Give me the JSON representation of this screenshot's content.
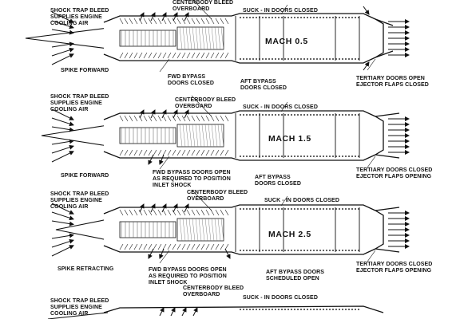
{
  "panels": [
    {
      "mach": "MACH 0.5",
      "shock_trap": "SHOCK TRAP BLEED\nSUPPLIES ENGINE\nCOOLING AIR",
      "centerbody": "CENTERBODY BLEED\nOVERBOARD",
      "suck_in": "SUCK - IN DOORS CLOSED",
      "spike": "SPIKE FORWARD",
      "fwd_bypass": "FWD BYPASS\nDOORS CLOSED",
      "aft_bypass": "AFT BYPASS\nDOORS CLOSED",
      "tertiary": "TERTIARY DOORS OPEN\nEJECTOR FLAPS CLOSED"
    },
    {
      "mach": "MACH 1.5",
      "shock_trap": "SHOCK TRAP BLEED\nSUPPLIES ENGINE\nCOOLING AIR",
      "centerbody": "CENTERBODY BLEED\nOVERBOARD",
      "suck_in": "SUCK - IN DOORS CLOSED",
      "spike": "SPIKE FORWARD",
      "fwd_bypass": "FWD BYPASS DOORS OPEN\nAS REQUIRED TO POSITION\nINLET SHOCK",
      "aft_bypass": "AFT BYPASS\nDOORS CLOSED",
      "tertiary": "TERTIARY DOORS CLOSED\nEJECTOR FLAPS OPENING"
    },
    {
      "mach": "MACH 2.5",
      "shock_trap": "SHOCK TRAP BLEED\nSUPPLIES ENGINE\nCOOLING AIR",
      "centerbody": "CENTERBODY BLEED\nOVERBOARD",
      "suck_in": "SUCK - IN DOORS CLOSED",
      "spike": "SPIKE RETRACTING",
      "fwd_bypass": "FWD BYPASS DOORS OPEN\nAS REQUIRED TO POSITION\nINLET SHOCK",
      "aft_bypass": "AFT BYPASS DOORS\nSCHEDULED OPEN",
      "tertiary": "TERTIARY DOORS CLOSED\nEJECTOR FLAPS OPENING"
    },
    {
      "shock_trap": "SHOCK TRAP BLEED\nSUPPLIES ENGINE\nCOOLING AIR",
      "centerbody": "CENTERBODY BLEED\nOVERBOARD",
      "suck_in": "SUCK - IN DOORS CLOSED"
    }
  ]
}
